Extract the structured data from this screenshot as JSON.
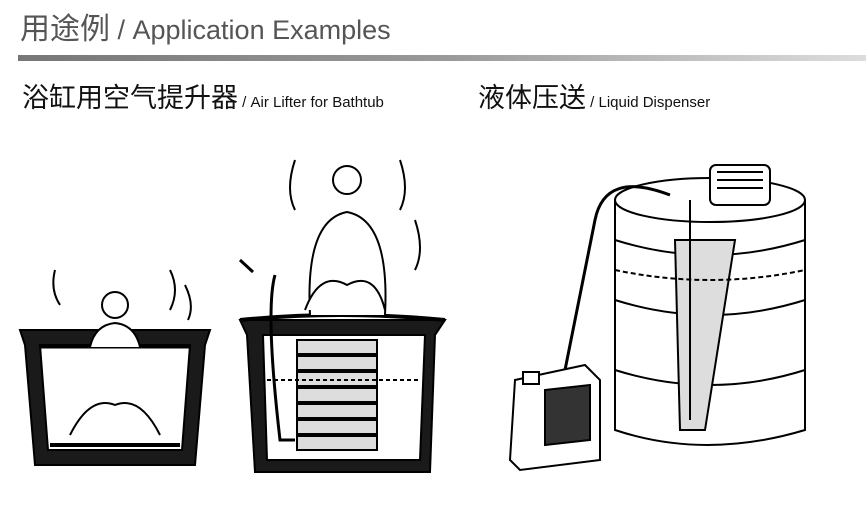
{
  "header": {
    "title_cn": "用途例",
    "title_en": " / Application Examples"
  },
  "sections": [
    {
      "title_cn": "浴缸用空气提升器",
      "title_en": " / Air Lifter for Bathtub"
    },
    {
      "title_cn": "液体压送",
      "title_en": " / Liquid Dispenser"
    }
  ]
}
